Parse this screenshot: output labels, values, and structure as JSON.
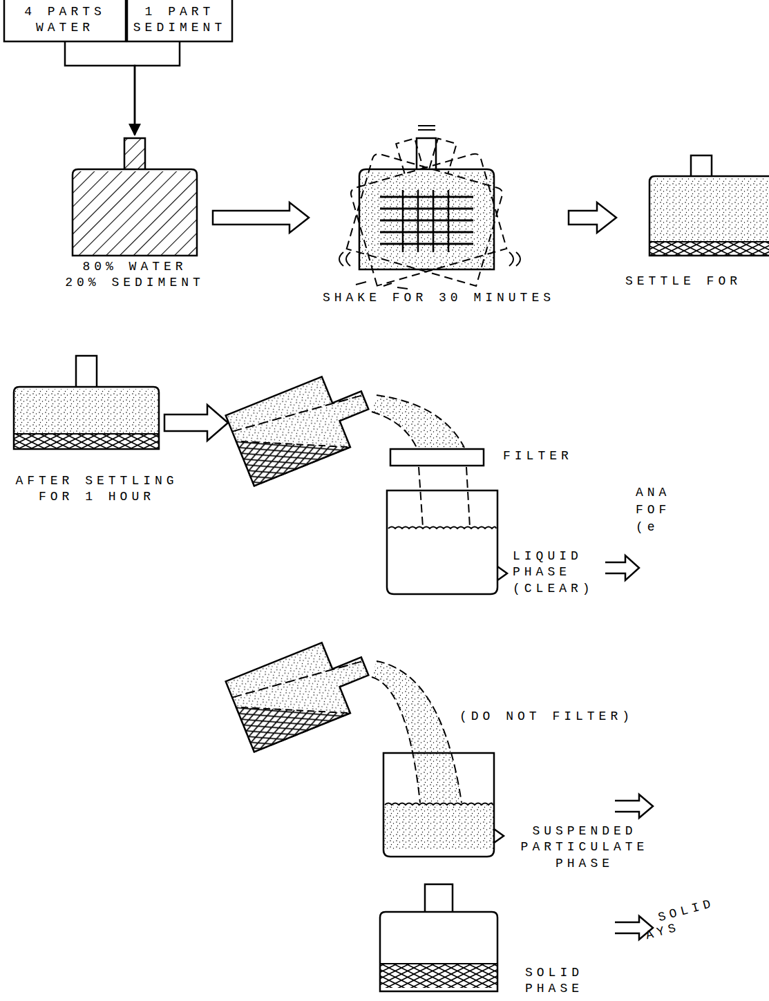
{
  "diagram": {
    "nodes": [
      {
        "text": [
          "4 PARTS WATER"
        ]
      },
      {
        "text": [
          "1 PART SEDIMENT"
        ]
      },
      {
        "text": [
          "80% WATER 20% SEDIMENT"
        ]
      },
      {
        "text": [
          "SHAKE FOR 30 MINUTES"
        ]
      },
      {
        "text": [
          "SETTLE FOR"
        ]
      },
      {
        "text": [
          "AFTER SETTLING FOR 1 HOUR"
        ]
      },
      {
        "text": [
          "FILTER"
        ]
      },
      {
        "text": [
          "LIQUID PHASE (CLEAR)"
        ]
      },
      {
        "text": [
          "SUSPENDED PARTICULATE PHASE"
        ]
      },
      {
        "text": [
          "SOLID PHASE"
        ]
      }
    ],
    "edges": [
      {
        "from": 0,
        "to": 2,
        "arrow": "to"
      },
      {
        "from": 1,
        "to": 2,
        "arrow": "to"
      },
      {
        "from": 2,
        "to": 3,
        "arrow": "to"
      },
      {
        "from": 3,
        "to": 4,
        "arrow": "to"
      }
    ],
    "labels": [
      "ANA",
      "FOF",
      "(e",
      "(DO NOT FILTER)",
      "SOLID",
      "AYS"
    ]
  }
}
